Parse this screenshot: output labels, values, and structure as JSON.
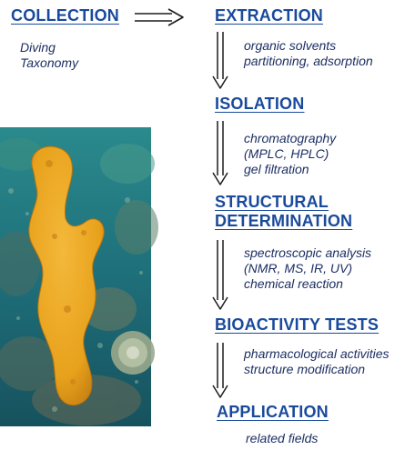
{
  "collection": {
    "title": "COLLECTION",
    "notes": [
      "Diving",
      "Taxonomy"
    ]
  },
  "stages": [
    {
      "title": "EXTRACTION",
      "notes": [
        "organic solvents",
        "partitioning, adsorption"
      ]
    },
    {
      "title": "ISOLATION",
      "notes": [
        "chromatography",
        "(MPLC, HPLC)",
        "gel filtration"
      ]
    },
    {
      "title_lines": [
        "STRUCTURAL",
        "DETERMINATION"
      ],
      "notes": [
        "spectroscopic analysis",
        "(NMR, MS, IR, UV)",
        "chemical reaction"
      ]
    },
    {
      "title": "BIOACTIVITY  TESTS",
      "notes": [
        "pharmacological activities",
        "structure modification"
      ]
    },
    {
      "title": "APPLICATION",
      "notes": [
        "related fields"
      ]
    }
  ],
  "colors": {
    "heading": "#1a4a9c",
    "note": "#1c2f63",
    "arrow": "#1c1c1c",
    "sponge": "#e8a21c",
    "sea": "#1e6f7a"
  },
  "photo": {
    "subject": "orange tube sponge on coral reef"
  }
}
